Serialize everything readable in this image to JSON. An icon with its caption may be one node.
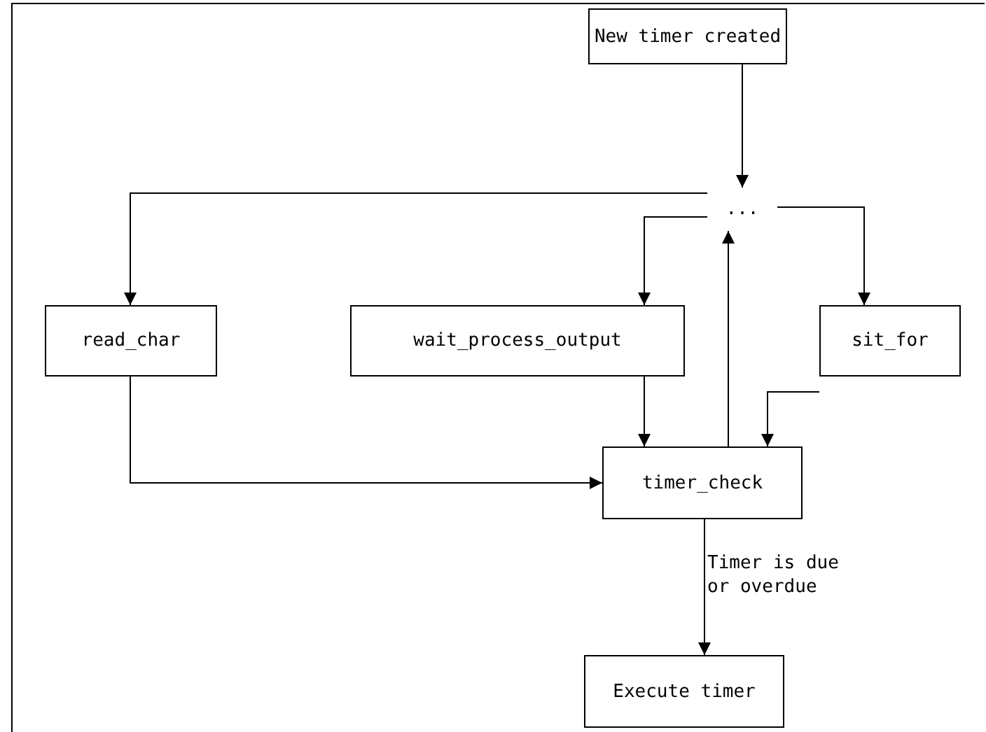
{
  "diagram": {
    "nodes": [
      {
        "text": [
          "New timer created"
        ]
      },
      {
        "text": [
          "..."
        ]
      },
      {
        "text": [
          "read_char"
        ]
      },
      {
        "text": [
          "wait_process_output"
        ]
      },
      {
        "text": [
          "sit_for"
        ]
      },
      {
        "text": [
          "timer_check"
        ]
      },
      {
        "text": [
          "Execute timer"
        ]
      }
    ],
    "edges": [
      {
        "from": 0,
        "to": 1,
        "arrow": "to"
      },
      {
        "from": 1,
        "to": 2,
        "arrow": "to"
      },
      {
        "from": 1,
        "to": 3,
        "arrow": "to"
      },
      {
        "from": 1,
        "to": 4,
        "arrow": "to"
      },
      {
        "from": 5,
        "to": 1,
        "arrow": "to"
      },
      {
        "from": 3,
        "to": 5,
        "arrow": "to"
      },
      {
        "from": 4,
        "to": 5,
        "arrow": "to"
      },
      {
        "from": 2,
        "to": 5,
        "arrow": "to"
      },
      {
        "from": 5,
        "to": 6,
        "arrow": "to",
        "label": "Timer is due or overdue"
      }
    ]
  }
}
